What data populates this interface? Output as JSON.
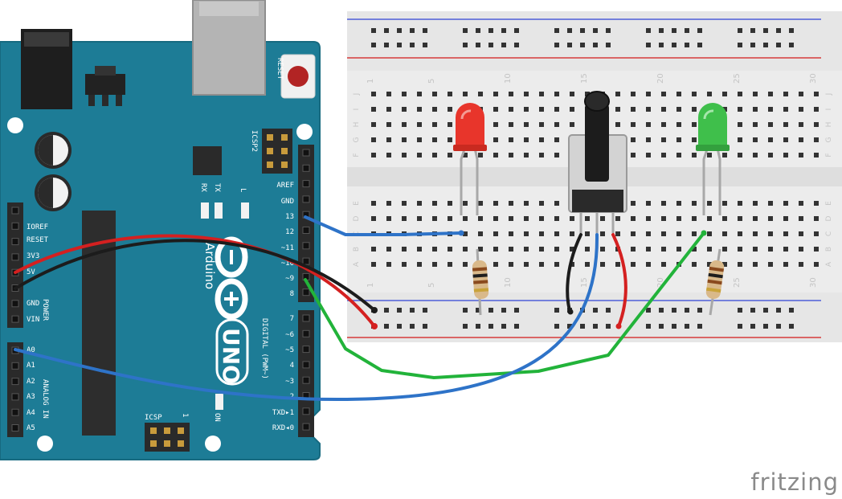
{
  "colors": {
    "board": "#1d7c96",
    "board_edge": "#176a80",
    "breadboard": "#ececec",
    "wire_red": "#d42020",
    "wire_black": "#1c1c1c",
    "wire_blue": "#2e73c8",
    "wire_green": "#22b33a",
    "led_red": "#e8352b",
    "led_green": "#3fbf4b"
  },
  "board": {
    "reset_label": "RESET",
    "icsp2_label": "ICSP2",
    "aref": "AREF",
    "gnd": "GND",
    "pin13": "13",
    "pin12": "12",
    "pin11": "~11",
    "pin10": "~10",
    "pin9": "~9",
    "pin8": "8",
    "pin7": "7",
    "pin6": "~6",
    "pin5": "~5",
    "pin4": "4",
    "pin3": "~3",
    "pin2": "2",
    "txd": "TXD▸1",
    "rxd": "RXD◂0",
    "ioref": "IOREF",
    "reset_pin": "RESET",
    "v33": "3V3",
    "v5": "5V",
    "gnd_power": "GND",
    "vin": "VIN",
    "power_label": "POWER",
    "a0": "A0",
    "a1": "A1",
    "a2": "A2",
    "a3": "A3",
    "a4": "A4",
    "a5": "A5",
    "analog_label": "ANALOG IN",
    "digital_label": "DIGITAL (PWM~)",
    "tx": "TX",
    "rx": "RX",
    "l_led": "L",
    "on_label": "ON",
    "icsp_label": "ICSP",
    "one_label": "1",
    "brand_name": "Arduino",
    "model": "UNO"
  },
  "breadboard": {
    "col_numbers": [
      "1",
      "5",
      "10",
      "15",
      "20",
      "25",
      "30"
    ],
    "rows_top": [
      "J",
      "I",
      "H",
      "G",
      "F"
    ],
    "rows_bottom": [
      "E",
      "D",
      "C",
      "B",
      "A"
    ]
  },
  "brand": "fritzing"
}
